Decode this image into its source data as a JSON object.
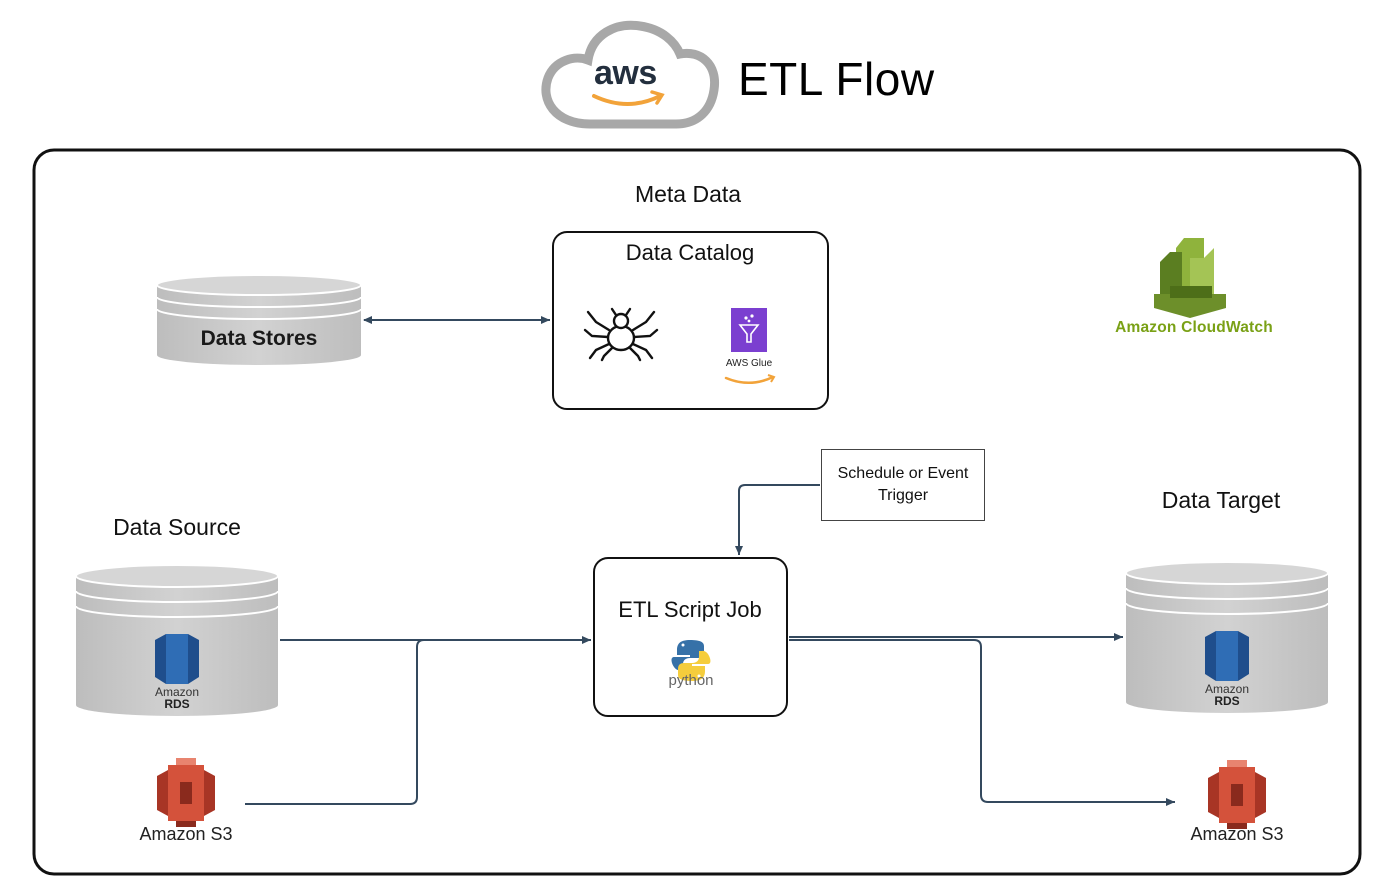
{
  "header": {
    "title": "ETL Flow",
    "logo_text": "aws"
  },
  "meta_data": {
    "heading": "Meta Data",
    "catalog_title": "Data Catalog",
    "glue_label": "AWS Glue"
  },
  "data_stores": {
    "label": "Data Stores"
  },
  "cloudwatch": {
    "label": "Amazon CloudWatch"
  },
  "trigger": {
    "line1": "Schedule or Event",
    "line2": "Trigger"
  },
  "source": {
    "heading": "Data Source",
    "rds_line1": "Amazon",
    "rds_line2": "RDS",
    "s3_label": "Amazon S3"
  },
  "job": {
    "title": "ETL Script Job",
    "python_label": "python"
  },
  "target": {
    "heading": "Data Target",
    "rds_line1": "Amazon",
    "rds_line2": "RDS",
    "s3_label": "Amazon S3"
  },
  "colors": {
    "arrow": "#34495e",
    "cylinder": "#c9c9c9",
    "s3": "#d4523b",
    "rds": "#2f6db5",
    "glue": "#7b3fd0",
    "cloudwatch": "#6d8f2a",
    "aws_orange": "#f2a33a"
  }
}
